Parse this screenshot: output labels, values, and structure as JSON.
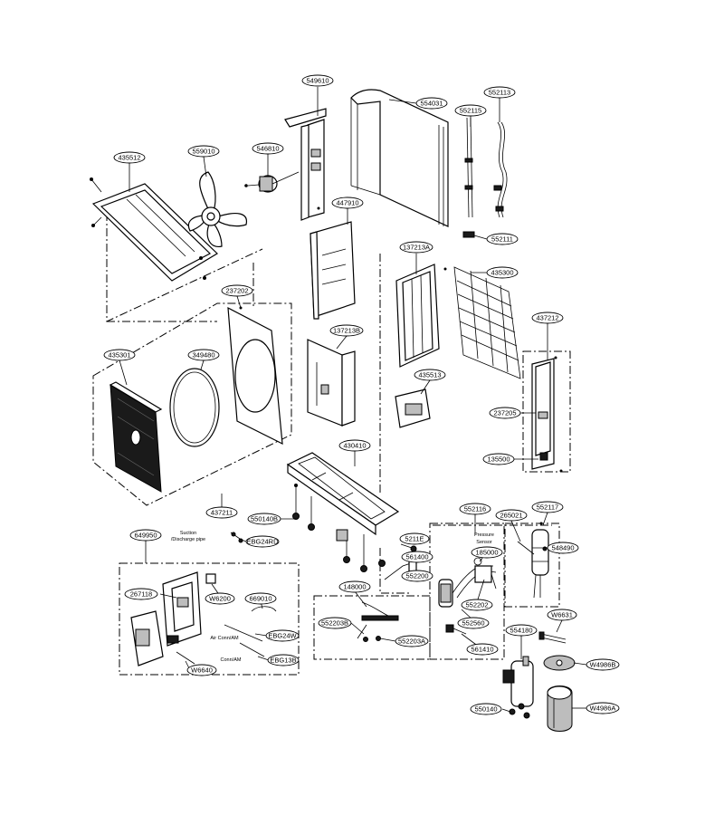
{
  "labels": {
    "p549610": "549610",
    "p554031": "554031",
    "p552115": "552115",
    "p552113": "552113",
    "p435512": "435512",
    "p559010": "559010",
    "p546810": "546810",
    "p447910": "447910",
    "p552111": "552111",
    "p137213A": "137213A",
    "p435300": "435300",
    "p237202": "237202",
    "p137213B": "137213B",
    "p435301": "435301",
    "p349480": "349480",
    "p437212": "437212",
    "p435513": "435513",
    "p237205": "237205",
    "p135500": "135500",
    "p430410": "430410",
    "p437211": "437211",
    "p550140B": "550140B",
    "pEBG24RD": "EBG24RD",
    "p552116": "552116",
    "p552117": "552117",
    "p265021": "265021",
    "p548490": "548490",
    "p649950": "649950",
    "p5211E": "5211E",
    "p185000": "185000",
    "p561400": "561400",
    "p552200": "552200",
    "p267118": "267118",
    "pW6200": "W6200",
    "p669010": "669010",
    "p148000": "148000",
    "p552202": "552202",
    "pW6631": "W6631",
    "pEBG24W": "EBG24W",
    "p552203B": "552203B",
    "p552560": "552560",
    "p554180": "554180",
    "pEBG13B": "EBG13B",
    "p552203A": "552203A",
    "p561410": "561410",
    "pW6640": "W6640",
    "pW4986B": "W4986B",
    "p550140": "550140",
    "pW4986A": "W4986A"
  },
  "notes": {
    "suction_1": "Suction",
    "suction_2": "/Discharge pipe",
    "pressure_1": "Pressure",
    "pressure_2": "Sensor",
    "air_conn": "Air Conn/AM",
    "conn_am": "Conn/AM"
  }
}
